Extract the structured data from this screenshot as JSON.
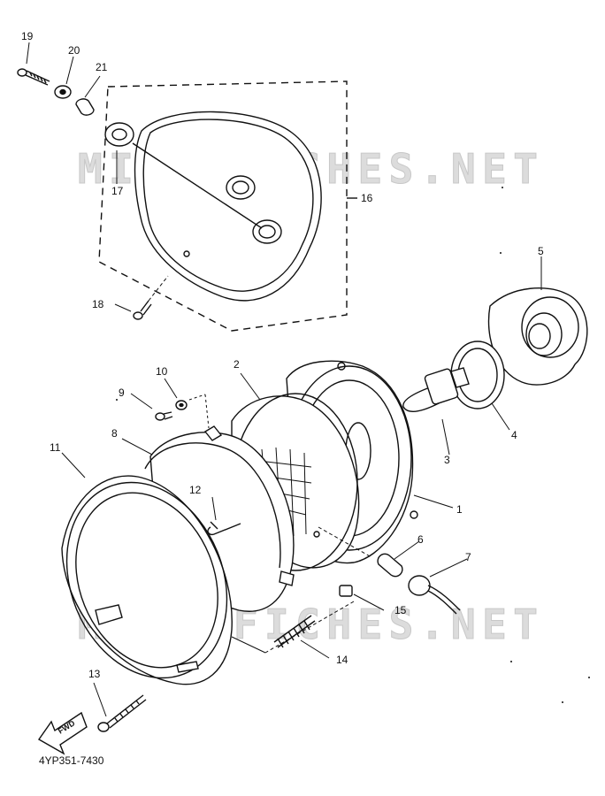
{
  "watermark": "MICROFICHES.NET",
  "fwd_label": "FWD",
  "drawing_code": "4YP351-7430",
  "callouts": {
    "n1": "1",
    "n2": "2",
    "n3": "3",
    "n4": "4",
    "n5": "5",
    "n6": "6",
    "n7": "7",
    "n8": "8",
    "n9": "9",
    "n10": "10",
    "n11": "11",
    "n12": "12",
    "n13": "13",
    "n14": "14",
    "n15": "15",
    "n16": "16",
    "n17": "17",
    "n18": "18",
    "n19": "19",
    "n20": "20",
    "n21": "21"
  }
}
